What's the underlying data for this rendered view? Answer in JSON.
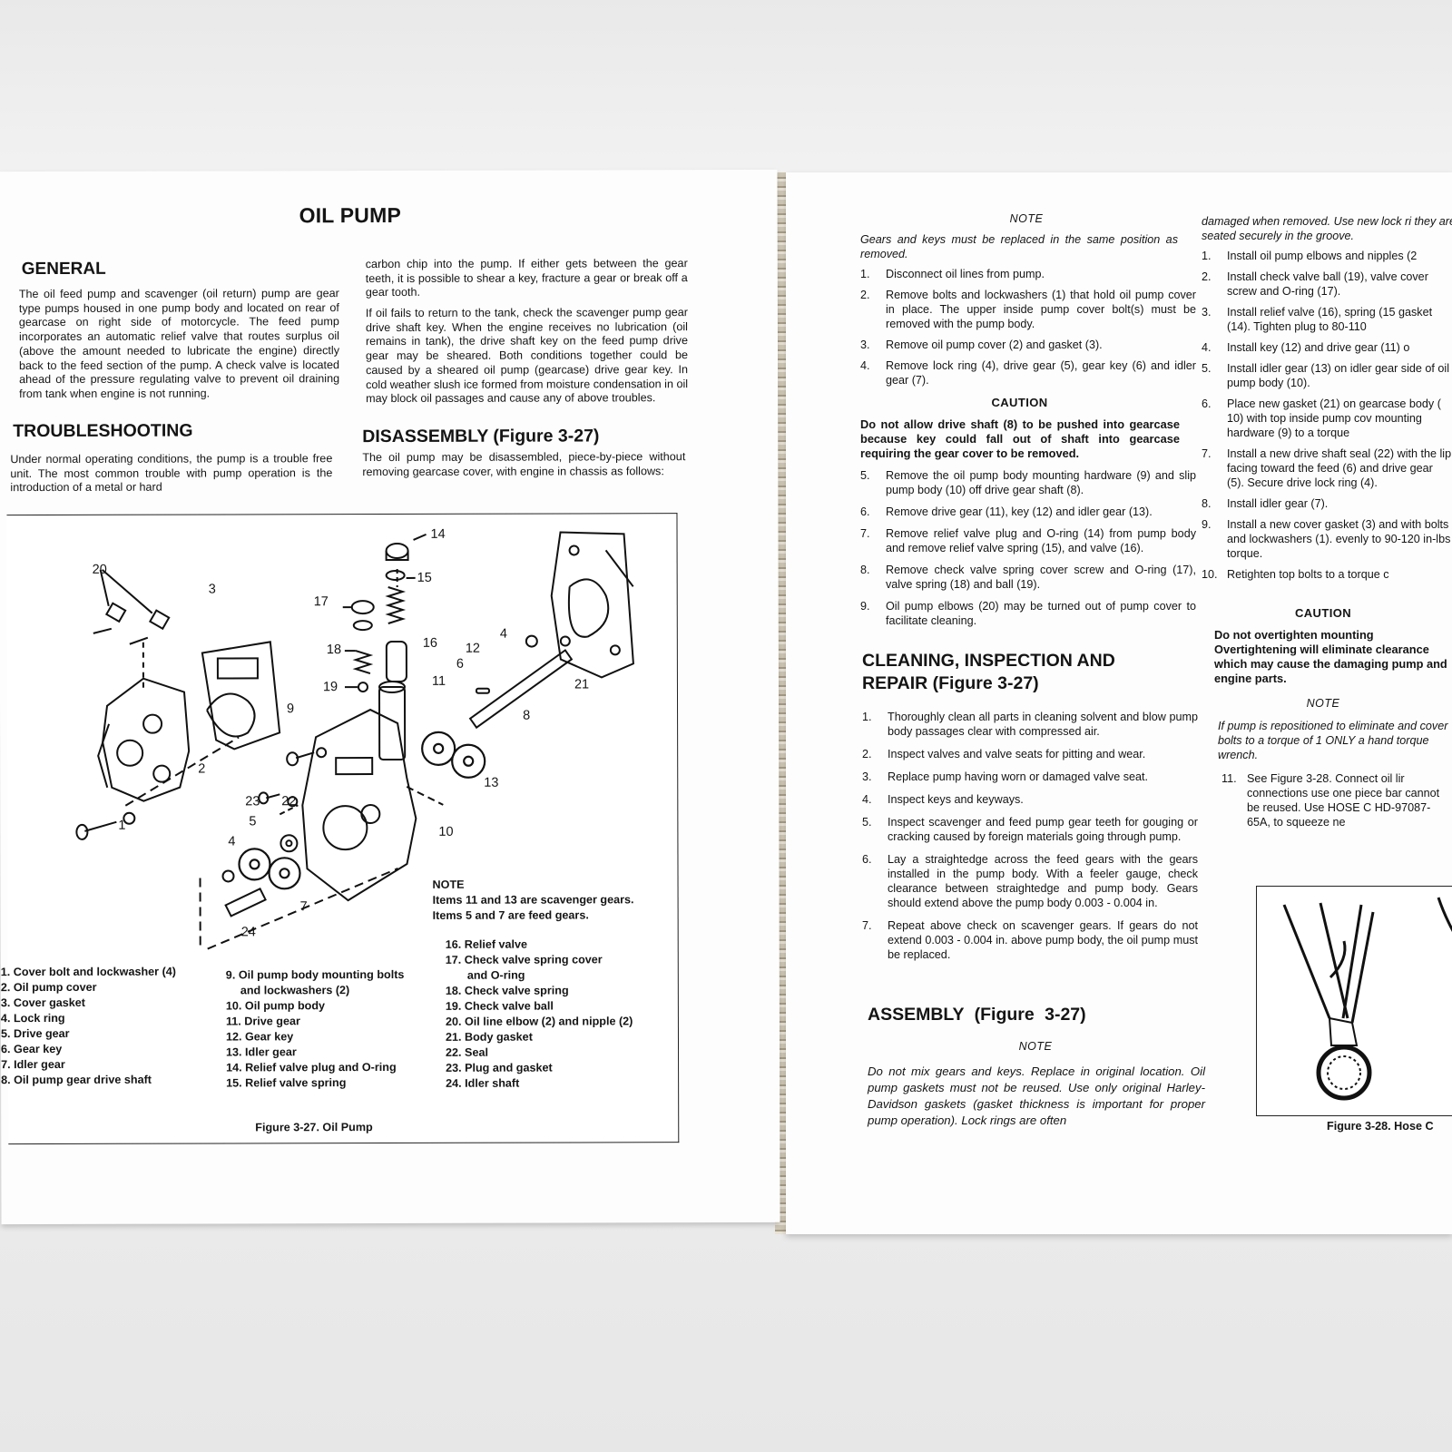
{
  "left": {
    "title": "OIL PUMP",
    "general_heading": "GENERAL",
    "general_text": "The oil feed pump and scavenger (oil return) pump are gear type pumps housed in one pump body and located on rear of gearcase on right side of motorcycle. The feed pump incorporates an automatic relief valve that routes surplus oil (above the amount needed to lubricate the engine) directly back to the feed section of the pump. A check valve is located ahead of the pressure regulating valve to prevent oil draining from tank when engine is not running.",
    "troubleshooting_heading": "TROUBLESHOOTING",
    "troubleshooting_text": "Under normal operating conditions, the pump is a trouble free unit. The most common trouble with pump operation is the introduction of a metal or hard",
    "col2_p1": "carbon chip into the pump. If either gets between the gear teeth, it is possible to shear a key, fracture a gear or break off a gear tooth.",
    "col2_p2": "If oil fails to return to the tank, check the scavenger pump gear drive shaft key. When the engine receives no lubrication (oil remains in tank), the drive shaft key on the feed pump drive gear may be sheared. Both conditions together could be caused by a sheared oil pump (gearcase) drive gear key. In cold weather slush ice formed from moisture condensation in oil may block oil passages and cause any of above troubles.",
    "disassembly_heading": "DISASSEMBLY (Figure 3-27)",
    "disassembly_text": "The oil pump may be disassembled, piece-by-piece without removing gearcase cover, with engine in chassis as follows:",
    "figure": {
      "part_numbers": [
        "20",
        "3",
        "17",
        "14",
        "15",
        "16",
        "18",
        "19",
        "12",
        "6",
        "4",
        "11",
        "21",
        "8",
        "9",
        "2",
        "13",
        "23",
        "22",
        "5",
        "1",
        "10",
        "4",
        "7",
        "24"
      ],
      "note_label": "NOTE",
      "note_line1": "Items 11 and 13 are scavenger gears.",
      "note_line2": "Items 5 and 7 are feed gears.",
      "legend_col1": [
        "1. Cover bolt and lockwasher (4)",
        "2. Oil pump cover",
        "3. Cover gasket",
        "4. Lock ring",
        "5. Drive gear",
        "6. Gear key",
        "7. Idler gear",
        "8. Oil pump gear drive shaft"
      ],
      "legend_col2": [
        "9. Oil pump body mounting bolts",
        "and lockwashers (2)",
        "10. Oil pump body",
        "11. Drive gear",
        "12. Gear key",
        "13. Idler gear",
        "14. Relief valve plug and O-ring",
        "15. Relief valve spring"
      ],
      "legend_col3": [
        "16. Relief valve",
        "17. Check valve spring cover",
        "and O-ring",
        "18. Check valve spring",
        "19. Check valve ball",
        "20. Oil line elbow (2) and nipple (2)",
        "21. Body gasket",
        "22. Seal",
        "23. Plug and gasket",
        "24. Idler shaft"
      ],
      "caption": "Figure 3-27. Oil Pump"
    }
  },
  "right": {
    "note1_label": "NOTE",
    "note1_text": "Gears and keys must be replaced in the same position as removed.",
    "steps_a": [
      {
        "n": "1.",
        "t": "Disconnect oil lines from pump."
      },
      {
        "n": "2.",
        "t": "Remove bolts and lockwashers (1) that hold oil pump cover in place. The upper inside pump cover bolt(s) must be removed with the pump body."
      },
      {
        "n": "3.",
        "t": "Remove oil pump cover (2) and gasket (3)."
      },
      {
        "n": "4.",
        "t": "Remove lock ring (4), drive gear (5), gear key (6) and idler gear (7)."
      }
    ],
    "caution1_label": "CAUTION",
    "caution1_text": "Do not allow drive shaft (8) to be pushed into gearcase because key could fall out of shaft into gearcase requiring the gear cover to be removed.",
    "steps_b": [
      {
        "n": "5.",
        "t": "Remove the oil pump body mounting hardware (9) and slip pump body (10) off drive gear shaft (8)."
      },
      {
        "n": "6.",
        "t": "Remove drive gear (11), key (12) and idler gear (13)."
      },
      {
        "n": "7.",
        "t": "Remove relief valve plug and O-ring (14) from pump body and remove relief valve spring (15), and valve (16)."
      },
      {
        "n": "8.",
        "t": "Remove check valve spring cover screw and O-ring (17), valve spring (18) and ball (19)."
      },
      {
        "n": "9.",
        "t": "Oil pump elbows (20) may be turned out of pump cover to facilitate cleaning."
      }
    ],
    "cleaning_heading_1": "CLEANING, INSPECTION AND",
    "cleaning_heading_2": "REPAIR (Figure 3-27)",
    "steps_c": [
      {
        "n": "1.",
        "t": "Thoroughly clean all parts in cleaning solvent and blow pump body passages clear with compressed air."
      },
      {
        "n": "2.",
        "t": "Inspect valves and valve seats for pitting and wear."
      },
      {
        "n": "3.",
        "t": "Replace pump having worn or damaged valve seat."
      },
      {
        "n": "4.",
        "t": "Inspect keys and keyways."
      },
      {
        "n": "5.",
        "t": "Inspect scavenger and feed pump gear teeth for gouging or cracking caused by foreign materials going through pump."
      },
      {
        "n": "6.",
        "t": "Lay a straightedge across the feed gears with the gears installed in the pump body. With a feeler gauge, check clearance between straightedge and pump body. Gears should extend above the pump body 0.003 - 0.004 in."
      },
      {
        "n": "7.",
        "t": "Repeat above check on scavenger gears. If gears do not extend 0.003 - 0.004 in. above pump body, the oil pump must be replaced."
      }
    ],
    "assembly_heading": "ASSEMBLY (Figure 3-27)",
    "note2_label": "NOTE",
    "note2_text": "Do not mix gears and keys. Replace in original location. Oil pump gaskets must not be reused. Use only original Harley-Davidson gaskets (gasket thickness is important for proper pump operation). Lock rings are often",
    "col2_top": "damaged when removed. Use new lock ri they are seated securely in the groove.",
    "steps_d": [
      {
        "n": "1.",
        "t": "Install oil pump elbows and nipples (2"
      },
      {
        "n": "2.",
        "t": "Install check valve ball (19), valve cover screw and O-ring (17)."
      },
      {
        "n": "3.",
        "t": "Install relief valve (16), spring (15 gasket (14). Tighten plug to 80-110"
      },
      {
        "n": "4.",
        "t": "Install key (12) and drive gear (11) o"
      },
      {
        "n": "5.",
        "t": "Install idler gear (13) on idler gear side of oil pump body (10)."
      },
      {
        "n": "6.",
        "t": "Place new gasket (21) on gearcase body ( 10) with top inside pump cov mounting hardware (9) to a torque"
      },
      {
        "n": "7.",
        "t": "Install a new drive shaft seal (22) with the lip facing toward the feed (6) and drive gear (5). Secure drive lock ring (4)."
      },
      {
        "n": "8.",
        "t": "Install idler gear (7)."
      },
      {
        "n": "9.",
        "t": "Install a new cover gasket (3) and with bolts and lockwashers (1). evenly to 90-120 in-lbs torque."
      },
      {
        "n": "10.",
        "t": "Retighten top bolts to a torque c"
      }
    ],
    "caution2_label": "CAUTION",
    "caution2_text": "Do not overtighten mounting Overtightening will eliminate clearance which may cause the damaging pump and engine parts.",
    "note3_label": "NOTE",
    "note3_text": "If pump is repositioned to eliminate and cover bolts to a torque of 1 ONLY a hand torque wrench.",
    "step_11": {
      "n": "11.",
      "t": "See Figure 3-28. Connect oil lir connections use one piece bar cannot be reused. Use HOSE C HD-97087-65A, to squeeze ne"
    },
    "fig28_caption": "Figure 3-28. Hose C"
  }
}
